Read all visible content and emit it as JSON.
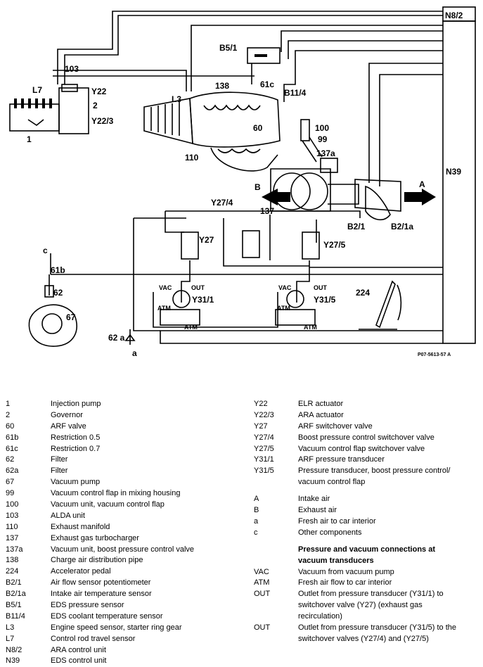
{
  "diagram": {
    "ref_code": "P07-5613-57 A",
    "labels": {
      "N8_2": "N8/2",
      "N39": "N39",
      "B5_1": "B5/1",
      "c103": "103",
      "L7": "L7",
      "Y22": "Y22",
      "c2": "2",
      "Y22_3": "Y22/3",
      "c1": "1",
      "L3": "L3",
      "c138": "138",
      "c61c": "61c",
      "B11_4": "B11/4",
      "c60": "60",
      "c100": "100",
      "c99": "99",
      "c137a": "137a",
      "c110": "110",
      "B": "B",
      "A": "A",
      "Y27_4": "Y27/4",
      "c137": "137",
      "B2_1": "B2/1",
      "B2_1a": "B2/1a",
      "Y27": "Y27",
      "Y27_5": "Y27/5",
      "c_c": "c",
      "c61b": "61b",
      "c62": "62",
      "c67": "67",
      "VAC_left": "VAC",
      "OUT_left": "OUT",
      "Y31_1": "Y31/1",
      "ATM_left1": "ATM",
      "ATM_left2": "ATM",
      "VAC_right": "VAC",
      "OUT_right": "OUT",
      "Y31_5": "Y31/5",
      "ATM_right1": "ATM",
      "ATM_right2": "ATM",
      "c224": "224",
      "c62a": "62 a",
      "c_a": "a"
    }
  },
  "legend_left": [
    {
      "code": "1",
      "desc": "Injection pump"
    },
    {
      "code": "2",
      "desc": "Governor"
    },
    {
      "code": "60",
      "desc": "ARF valve"
    },
    {
      "code": "61b",
      "desc": "Restriction 0.5"
    },
    {
      "code": "61c",
      "desc": "Restriction 0.7"
    },
    {
      "code": "62",
      "desc": "Filter"
    },
    {
      "code": "62a",
      "desc": "Filter"
    },
    {
      "code": "67",
      "desc": "Vacuum pump"
    },
    {
      "code": "99",
      "desc": "Vacuum control flap in mixing housing"
    },
    {
      "code": "100",
      "desc": "Vacuum unit, vacuum control flap"
    },
    {
      "code": "103",
      "desc": "ALDA unit"
    },
    {
      "code": "110",
      "desc": "Exhaust manifold"
    },
    {
      "code": "137",
      "desc": "Exhaust gas turbocharger"
    },
    {
      "code": "137a",
      "desc": "Vacuum unit, boost pressure control valve"
    },
    {
      "code": "138",
      "desc": "Charge air distribution pipe"
    },
    {
      "code": "224",
      "desc": "Accelerator pedal"
    },
    {
      "code": "B2/1",
      "desc": "Air flow sensor potentiometer"
    },
    {
      "code": "B2/1a",
      "desc": "Intake air temperature sensor"
    },
    {
      "code": "B5/1",
      "desc": "EDS pressure sensor"
    },
    {
      "code": "B11/4",
      "desc": "EDS coolant temperature sensor"
    },
    {
      "code": "L3",
      "desc": "Engine speed sensor, starter ring gear"
    },
    {
      "code": "L7",
      "desc": "Control rod travel sensor"
    },
    {
      "code": "N8/2",
      "desc": "ARA control unit"
    },
    {
      "code": "N39",
      "desc": "EDS control unit"
    }
  ],
  "legend_right": {
    "components": [
      {
        "code": "Y22",
        "desc": "ELR actuator"
      },
      {
        "code": "Y22/3",
        "desc": "ARA actuator"
      },
      {
        "code": "Y27",
        "desc": "ARF switchover valve"
      },
      {
        "code": "Y27/4",
        "desc": "Boost pressure control switchover valve"
      },
      {
        "code": "Y27/5",
        "desc": "Vacuum control flap switchover valve"
      },
      {
        "code": "Y31/1",
        "desc": "ARF pressure transducer"
      },
      {
        "code": "Y31/5",
        "desc": "Pressure transducer, boost pressure control/\nvacuum control flap"
      }
    ],
    "flows": [
      {
        "code": "A",
        "desc": "Intake air"
      },
      {
        "code": "B",
        "desc": "Exhaust air"
      },
      {
        "code": "a",
        "desc": "Fresh air to car interior"
      },
      {
        "code": "c",
        "desc": "Other components"
      }
    ],
    "connections_heading": "Pressure and vacuum connections at\nvacuum transducers",
    "connections": [
      {
        "code": "VAC",
        "desc": "Vacuum from vacuum pump"
      },
      {
        "code": "ATM",
        "desc": "Fresh air flow to car interior"
      },
      {
        "code": "OUT",
        "desc": "Outlet from pressure transducer (Y31/1) to\nswitchover valve (Y27) (exhaust gas\nrecirculation)"
      },
      {
        "code": "OUT",
        "desc": "Outlet from pressure transducer (Y31/5) to the\nswitchover valves (Y27/4) and (Y27/5)"
      }
    ]
  }
}
